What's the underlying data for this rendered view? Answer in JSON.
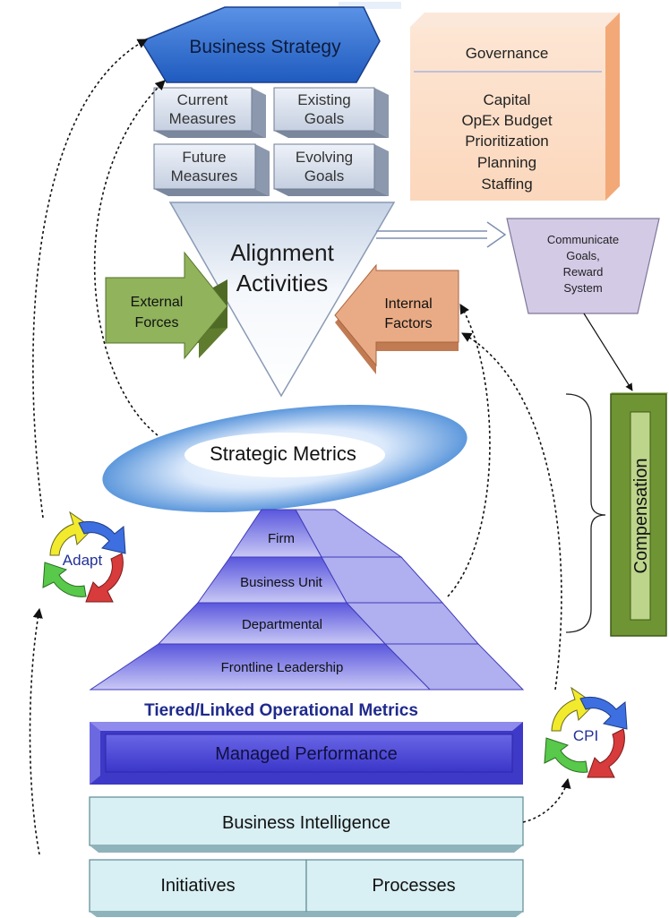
{
  "strategy": {
    "title": "Business Strategy",
    "boxes": [
      {
        "line1": "Current",
        "line2": "Measures"
      },
      {
        "line1": "Existing",
        "line2": "Goals"
      },
      {
        "line1": "Future",
        "line2": "Measures"
      },
      {
        "line1": "Evolving",
        "line2": "Goals"
      }
    ]
  },
  "governance": {
    "title": "Governance",
    "items": [
      "Capital",
      "OpEx Budget",
      "Prioritization",
      "Planning",
      "Staffing"
    ]
  },
  "alignment": {
    "line1": "Alignment",
    "line2": "Activities"
  },
  "external": {
    "line1": "External",
    "line2": "Forces"
  },
  "internal": {
    "line1": "Internal",
    "line2": "Factors"
  },
  "communicate": {
    "lines": [
      "Communicate",
      "Goals,",
      "Reward",
      "System"
    ]
  },
  "compensation": {
    "label": "Compensation"
  },
  "strategic_metrics": {
    "label": "Strategic Metrics"
  },
  "pyramid": {
    "tiers": [
      "Firm",
      "Business Unit",
      "Departmental",
      "Frontline Leadership"
    ],
    "caption": "Tiered/Linked Operational Metrics"
  },
  "managed": {
    "label": "Managed Performance"
  },
  "bi": {
    "label": "Business Intelligence"
  },
  "base": {
    "left": "Initiatives",
    "right": "Processes"
  },
  "cycles": {
    "adapt": "Adapt",
    "cpi": "CPI"
  },
  "colors": {
    "strategy_blue": "#2e6fd1",
    "gray_box": "#c9d3e3",
    "governance_peach": "#fbdcc4",
    "external_green": "#8fb35a",
    "internal_peach": "#e8a880",
    "communicate_lilac": "#cfc7e2",
    "compensation_green": "#7da23f",
    "pyramid_blue": "#7b79e6",
    "managed_blue": "#4c47d8",
    "bi_cyan": "#d7eef2"
  }
}
